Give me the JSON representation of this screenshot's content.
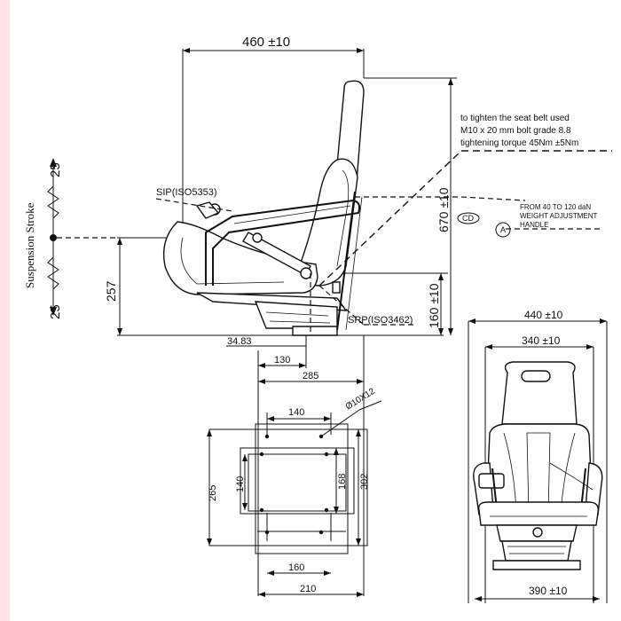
{
  "suspension": {
    "label": "Suspension Stroke",
    "top": "25",
    "bottom": "25"
  },
  "dims": {
    "top_width": "460 ±10",
    "height_257": "257",
    "height_670": "670 ±10",
    "height_160": "160 ±10",
    "offset_3483": "34.83",
    "d130": "130",
    "d285": "285",
    "d140_top": "140",
    "bolt": "Ø10X12",
    "d265": "265",
    "d140_side": "140",
    "d168": "168",
    "d302": "302",
    "d160_bottom": "160",
    "d210": "210",
    "front_440": "440 ±10",
    "front_340": "340 ±10",
    "front_390": "390 ±10"
  },
  "points": {
    "sip": "SIP(ISO5353)",
    "srp": "SRP(ISO3462)"
  },
  "notes": {
    "belt": [
      "to tighten the seat belt used",
      "M10 x 20 mm bolt grade 8.8",
      "tightening torque 45Nm ±5Nm"
    ],
    "weight": [
      "FROM 40 TO 120 daN",
      "WEIGHT ADJUSTMENT",
      "HANDLE"
    ],
    "cd_label": "CD",
    "a_label": "A"
  }
}
